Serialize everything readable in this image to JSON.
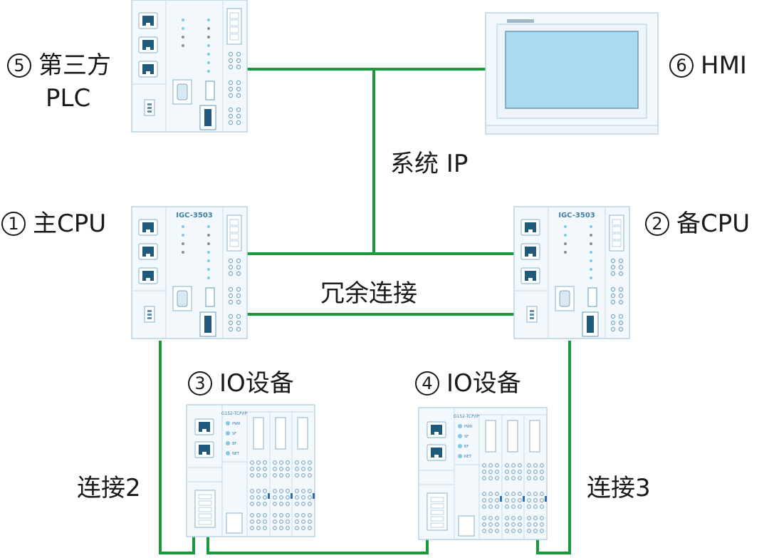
{
  "nodes": {
    "third_party_plc": {
      "number": "5",
      "label_line1": "第三方",
      "label_line2": "PLC"
    },
    "hmi": {
      "number": "6",
      "label": "HMI"
    },
    "main_cpu": {
      "number": "1",
      "label": "主CPU",
      "model": "IGC-3503"
    },
    "backup_cpu": {
      "number": "2",
      "label": "备CPU",
      "model": "IGC-3503"
    },
    "io_device_1": {
      "number": "3",
      "label": "IO设备",
      "model": "G152-TCP/IP"
    },
    "io_device_2": {
      "number": "4",
      "label": "IO设备",
      "model": "G152-TCP/IP"
    }
  },
  "status_leds": [
    "PWR",
    "SF",
    "BF",
    "NET"
  ],
  "connections": {
    "system_ip": "系统 IP",
    "redundancy": "冗余连接",
    "connection_2": "连接2",
    "connection_3": "连接3"
  },
  "colors": {
    "link": "#1a9a3a",
    "device_fill": "#f3f8fc",
    "device_border": "#b9d3e4",
    "port": "#1f5a7a",
    "led_blue": "#7fc8e8"
  }
}
